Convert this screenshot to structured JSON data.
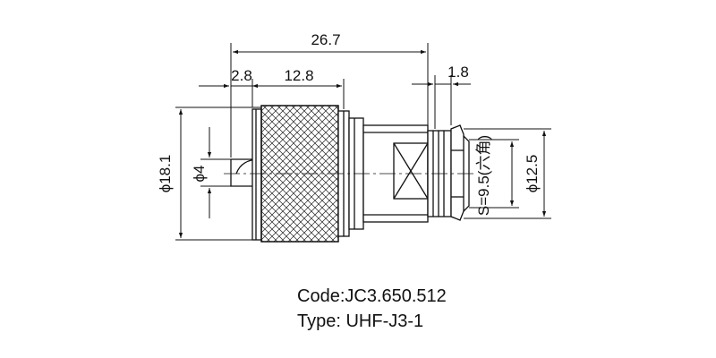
{
  "drawing": {
    "dimensions": {
      "overall_length": "26.7",
      "front_length": "2.8",
      "knurl_length": "12.8",
      "rear_length": "1.8",
      "body_diameter": "ϕ18.1",
      "pin_diameter": "ϕ4",
      "hex_size": "S=9.5(六角)",
      "rear_diameter": "ϕ12.5"
    }
  },
  "caption": {
    "code": "Code:JC3.650.512",
    "type": "Type: UHF-J3-1"
  }
}
